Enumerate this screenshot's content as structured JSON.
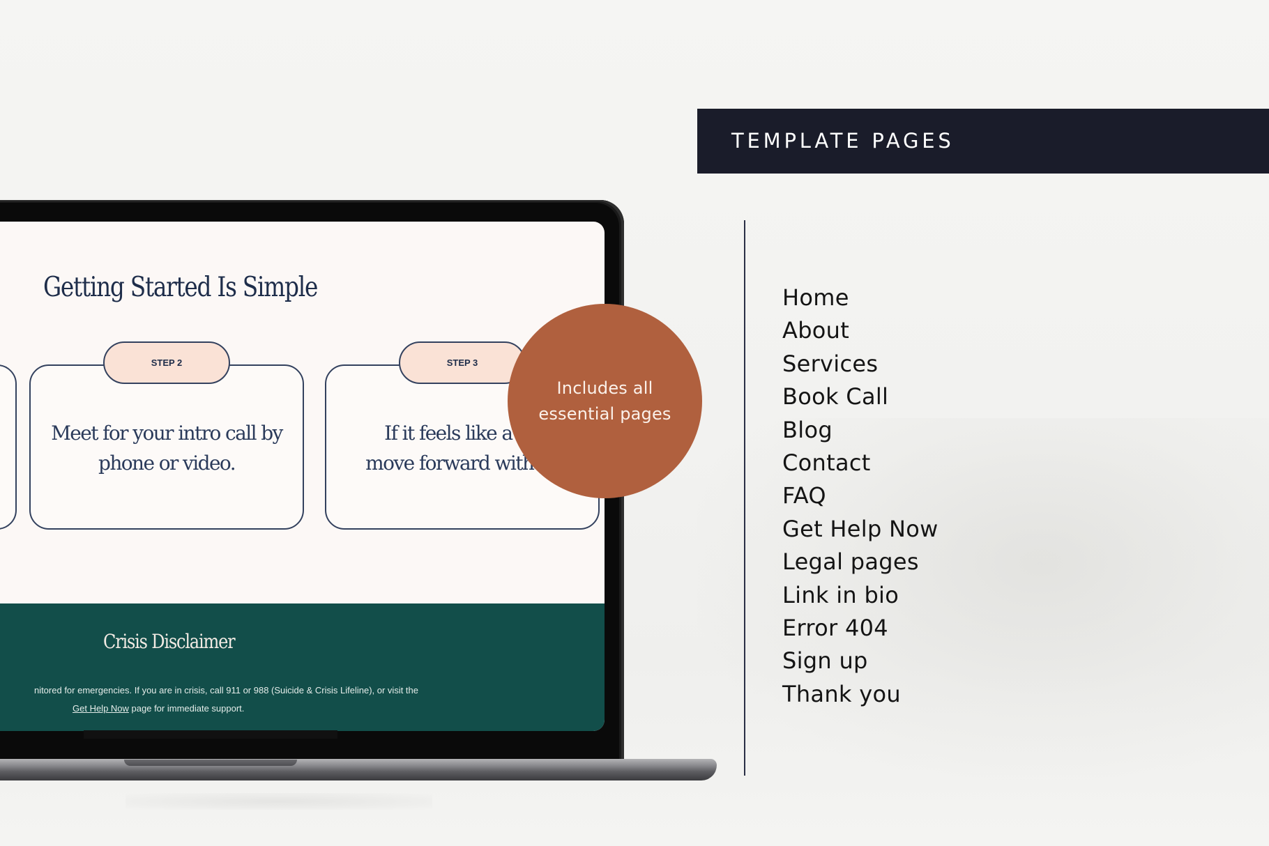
{
  "laptop_screen": {
    "title": "Getting Started Is Simple",
    "steps": [
      {
        "label": "STEP 2",
        "text_line1": "Meet for your intro call by",
        "text_line2": "phone or video."
      },
      {
        "label": "STEP 3",
        "text_line1": "If it feels like a fit,",
        "text_line2": "move forward with ca"
      }
    ],
    "crisis": {
      "title": "Crisis Disclaimer",
      "line1": "nitored for emergencies. If you are in crisis, call 911 or 988 (Suicide & Crisis Lifeline), or visit the",
      "link": "Get Help Now",
      "line2_rest": " page for immediate support."
    }
  },
  "badge": {
    "line1": "Includes all",
    "line2": "essential pages",
    "color": "#b0603e"
  },
  "panel": {
    "header": "TEMPLATE PAGES",
    "pages": [
      "Home",
      "About",
      "Services",
      "Book Call",
      "Blog",
      "Contact",
      "FAQ",
      "Get Help Now",
      "Legal pages",
      "Link in bio",
      "Error 404",
      "Sign up",
      "Thank you"
    ]
  },
  "colors": {
    "header_bg": "#1a1c2a",
    "crisis_bg": "#124e4a",
    "pill_bg": "#fae2d6",
    "navy": "#1e2d4a"
  }
}
